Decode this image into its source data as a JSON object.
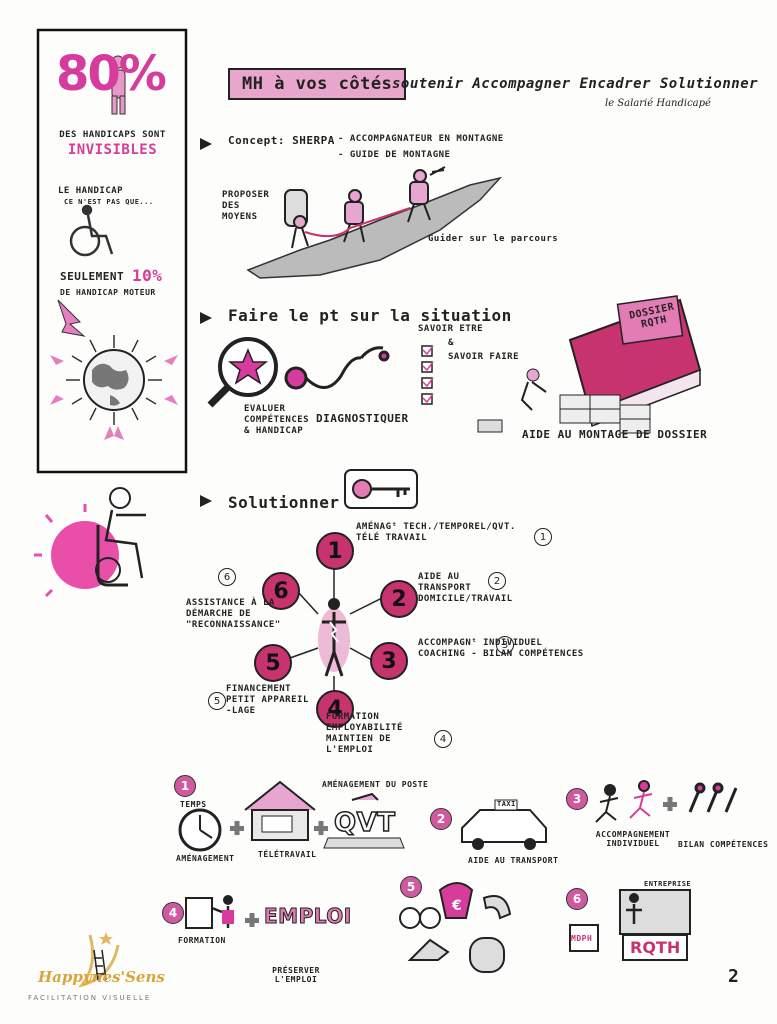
{
  "colors": {
    "accent": "#d63c9b",
    "dark_pink": "#c7336f",
    "ink": "#222222",
    "gold": "#d9a53a"
  },
  "sidebar": {
    "stat_80": "80%",
    "invisible_line1": "DES HANDICAPS SONT",
    "invisible_line2": "INVISIBLES",
    "handicap_line1": "LE HANDICAP",
    "handicap_line2": "CE N'EST PAS QUE...",
    "only10_a": "SEULEMENT",
    "only10_b": "10%",
    "only10_c": "DE HANDICAP MOTEUR"
  },
  "header": {
    "title": "MH à vos côtés",
    "verbs": "soutenir Accompagner Encadrer Solutionner",
    "subtitle": "le Salarié Handicapé"
  },
  "concept": {
    "label": "Concept: SHERPA",
    "line1": "- ACCOMPAGNATEUR EN MONTAGNE",
    "line2": "- GUIDE DE MONTAGNE",
    "proposer": "PROPOSER DES MOYENS",
    "guider": "Guider sur le parcours"
  },
  "situation": {
    "title": "Faire le pt sur la situation",
    "savoir_etre": "SAVOIR ETRE",
    "et": "&",
    "savoir_faire": "SAVOIR FAIRE",
    "evaluer": "EVALUER COMPÉTENCES & HANDICAP",
    "diagnostiquer": "DIAGNOSTIQUER",
    "dossier": "DOSSIER RQTH",
    "aide_montage": "AIDE AU MONTAGE DE DOSSIER"
  },
  "solutionner": {
    "title": "Solutionner",
    "items": [
      {
        "n": "1",
        "text": "AMÉNAGᵗ TECH./TEMPOREL/QVT. TÉLÉ TRAVAIL"
      },
      {
        "n": "2",
        "text": "AIDE AU TRANSPORT DOMICILE/TRAVAIL"
      },
      {
        "n": "3",
        "text": "ACCOMPAGNᵗ INDIVIDUEL COACHING - BILAN COMPÉTENCES"
      },
      {
        "n": "4",
        "text": "FORMATION EMPLOYABILITÉ MAINTIEN DE L'EMPLOI"
      },
      {
        "n": "5",
        "text": "FINANCEMENT PETIT APPAREIL -LAGE"
      },
      {
        "n": "6",
        "text": "ASSISTANCE À LA DÉMARCHE DE \"RECONNAISSANCE\""
      }
    ]
  },
  "bottom": {
    "temps": "TEMPS",
    "amenagement": "AMÉNAGEMENT",
    "teletravail": "TÉLÉTRAVAIL",
    "amenagement_poste": "AMÉNAGEMENT DU POSTE",
    "qvt": "QVT",
    "aide_transport": "AIDE AU TRANSPORT",
    "taxi": "TAXI",
    "accompagnement": "ACCOMPAGNEMENT INDIVIDUEL",
    "bilan": "BILAN COMPÉTENCES",
    "formation": "FORMATION",
    "emploi": "EMPLOI",
    "preserver": "PRÉSERVER L'EMPLOI",
    "entreprise": "ENTREPRISE",
    "rqth": "RQTH",
    "mdph": "MDPH",
    "euro": "€",
    "nums": [
      "1",
      "2",
      "3",
      "4",
      "5",
      "6"
    ]
  },
  "footer": {
    "brand": "Happynes'Sens",
    "tagline": "FACILITATION VISUELLE",
    "page_number": "2"
  }
}
